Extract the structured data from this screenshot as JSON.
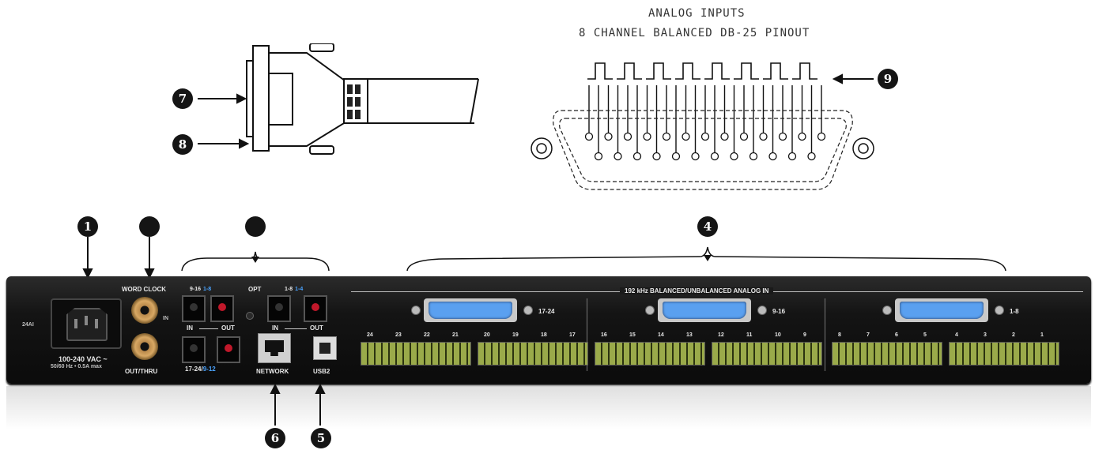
{
  "callouts": [
    "1",
    "",
    "",
    "4",
    "5",
    "6",
    "7",
    "8",
    "9"
  ],
  "pinout": {
    "title": "ANALOG INPUTS",
    "subtitle": "8 CHANNEL BALANCED DB-25 PINOUT"
  },
  "panel": {
    "power": {
      "rating": "100-240 VAC ~",
      "spec": "50/60 Hz • 0.5A max",
      "side": "24AI"
    },
    "word_clock": {
      "title": "WORD CLOCK",
      "in": "IN",
      "out_thru": "OUT/THRU"
    },
    "optical": {
      "title": "OPT",
      "bank_a": "9-16",
      "bank_a_alt": "1-8",
      "bank_b": "1-8",
      "bank_b_alt": "1-4",
      "bank_c": "17-24",
      "bank_c_alt": "9-12",
      "in": "IN",
      "out": "OUT"
    },
    "network": "NETWORK",
    "usb": "USB2",
    "analog_in_title": "192 kHz BALANCED/UNBALANCED ANALOG IN",
    "dsub_labels": [
      "17-24",
      "9-16",
      "1-8"
    ],
    "terminal_channels": [
      [
        "24",
        "23",
        "22",
        "21",
        "20",
        "19",
        "18",
        "17"
      ],
      [
        "16",
        "15",
        "14",
        "13",
        "12",
        "11",
        "10",
        "9"
      ],
      [
        "8",
        "7",
        "6",
        "5",
        "4",
        "3",
        "2",
        "1"
      ]
    ],
    "colors": {
      "dsub_blue": "#5aa0f0",
      "terminal_green": "#9aaa4a",
      "panel": "#161616",
      "accent_blue": "#4aa3ff"
    }
  }
}
